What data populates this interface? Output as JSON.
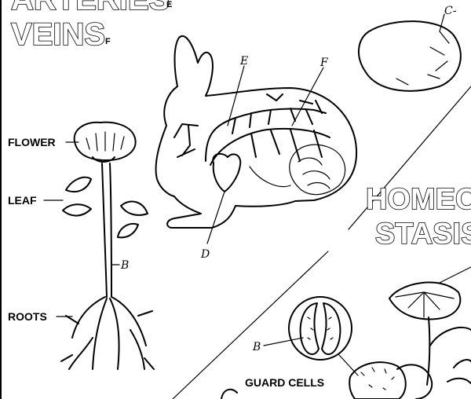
{
  "titles": {
    "arteries_text": "ARTERIES",
    "arteries_sub": "E",
    "veins_text": "VEINS",
    "veins_sub": "F",
    "homeostasis_line1": "HOMEO",
    "homeostasis_line2": "STASIS"
  },
  "plant_labels": {
    "flower": "FLOWER",
    "leaf": "LEAF",
    "stem_marker": "B",
    "roots": "ROOTS"
  },
  "rabbit_labels": {
    "e": "E",
    "f": "F",
    "d": "D"
  },
  "corner_label": "C-",
  "stoma": {
    "marker": "B",
    "caption": "GUARD CELLS"
  }
}
